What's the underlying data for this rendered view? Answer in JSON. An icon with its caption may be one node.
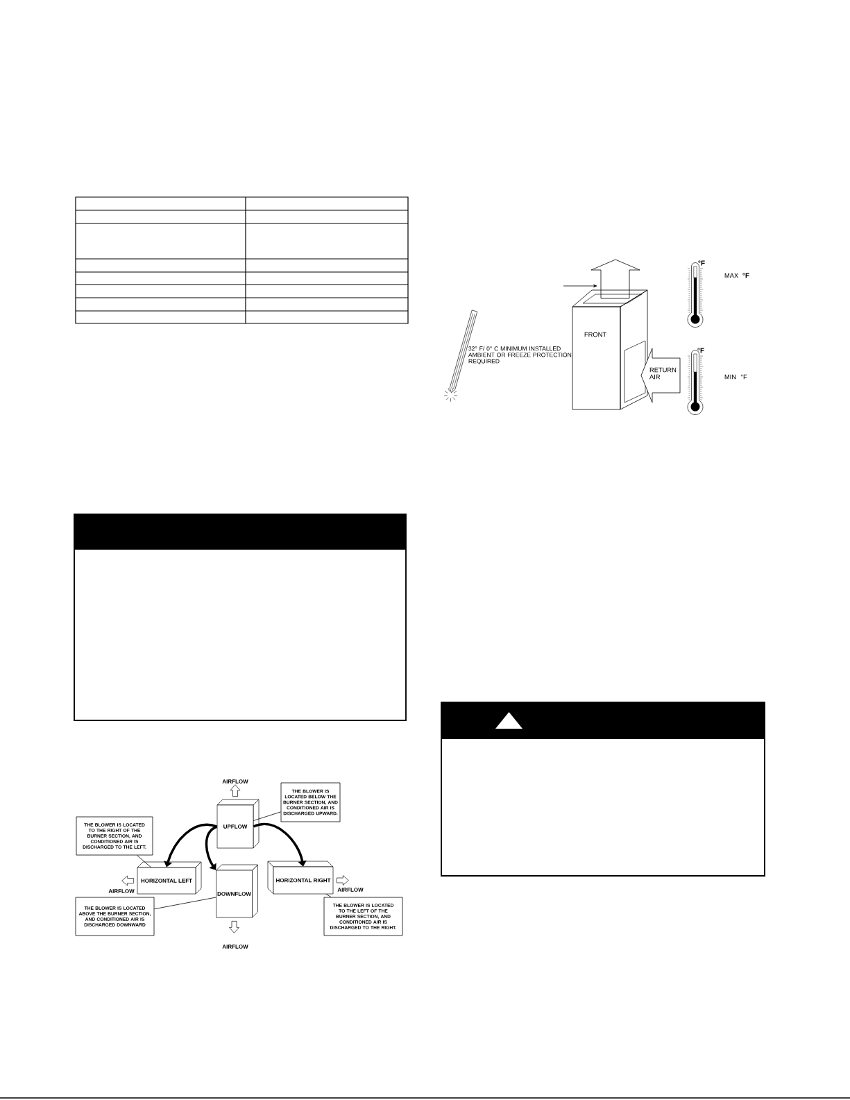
{
  "diagram": {
    "nodes": [
      {
        "text": [
          "FRONT"
        ]
      },
      {
        "text": [
          "RETURN AIR"
        ]
      },
      {
        "text": [
          "THE BLOWER IS LOCATED BELOW THE BURNER SECTION, AND CONDITIONED AIR IS DISCHARGED UPWARD."
        ]
      },
      {
        "text": [
          "UPFLOW"
        ]
      },
      {
        "text": [
          "THE BLOWER IS LOCATED TO THE RIGHT OF THE BURNER SECTION, AND CONDITIONED AIR IS DISCHARGED TO THE LEFT."
        ]
      },
      {
        "text": [
          "HORIZONTAL LEFT"
        ]
      },
      {
        "text": [
          "DOWNFLOW"
        ]
      },
      {
        "text": [
          "HORIZONTAL RIGHT"
        ]
      },
      {
        "text": [
          "THE BLOWER IS LOCATED ABOVE THE BURNER SECTION, AND CONDITIONED AIR IS DISCHARGED DOWNWARD"
        ]
      },
      {
        "text": [
          "THE BLOWER IS LOCATED TO THE LEFT OF THE BURNER SECTION, AND CONDITIONED AIR IS DISCHARGED TO THE RIGHT."
        ]
      }
    ],
    "edges": [
      {
        "from": 2,
        "to": 3,
        "arrow": "none"
      },
      {
        "from": 4,
        "to": 5,
        "arrow": "none"
      },
      {
        "from": 8,
        "to": 6,
        "arrow": "none"
      },
      {
        "from": 9,
        "to": 7,
        "arrow": "none"
      },
      {
        "from": 3,
        "to": 5,
        "arrow": "to",
        "style": "thick"
      },
      {
        "from": 3,
        "to": 6,
        "arrow": "to",
        "style": "thick"
      },
      {
        "from": 3,
        "to": 7,
        "arrow": "to",
        "style": "thick"
      },
      {
        "from": 3,
        "to": null,
        "arrow": "to"
      },
      {
        "from": 7,
        "to": null,
        "arrow": "to"
      },
      {
        "from": 5,
        "to": null,
        "arrow": "to"
      },
      {
        "from": 6,
        "to": null,
        "arrow": "to"
      }
    ],
    "labels": [
      "°F",
      "MAX",
      "°F",
      "32° F/ 0° C MINIMUM INSTALLED AMBIENT OR FREEZE PROTECTION REQUIRED",
      "°F",
      "MIN",
      "°F",
      "AIRFLOW",
      "AIRFLOW",
      "AIRFLOW",
      "AIRFLOW"
    ]
  }
}
